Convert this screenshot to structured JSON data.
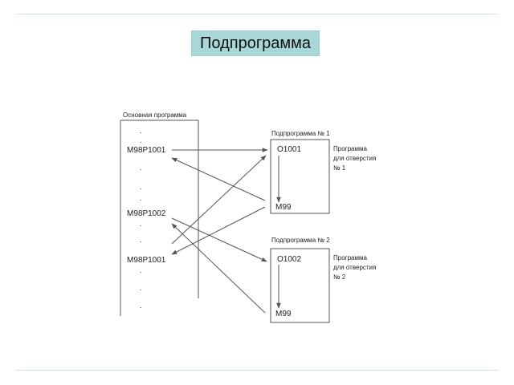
{
  "slide": {
    "title": "Подпрограмма"
  },
  "diagram": {
    "main_program": {
      "label": "Основная программа",
      "calls": [
        "M98P1001",
        "M98P1002",
        "M98P1001"
      ]
    },
    "subprograms": [
      {
        "header": "Подпрограмма № 1",
        "start": "O1001",
        "end": "M99",
        "note": [
          "Программа",
          "для отверстия",
          "№ 1"
        ]
      },
      {
        "header": "Подпрограмма № 2",
        "start": "O1002",
        "end": "M99",
        "note": [
          "Программа",
          "для отверстия",
          "№ 2"
        ]
      }
    ],
    "colors": {
      "line": "#555555",
      "title_bg": "#a9d7d7",
      "rule": "#cfe0e0"
    }
  }
}
